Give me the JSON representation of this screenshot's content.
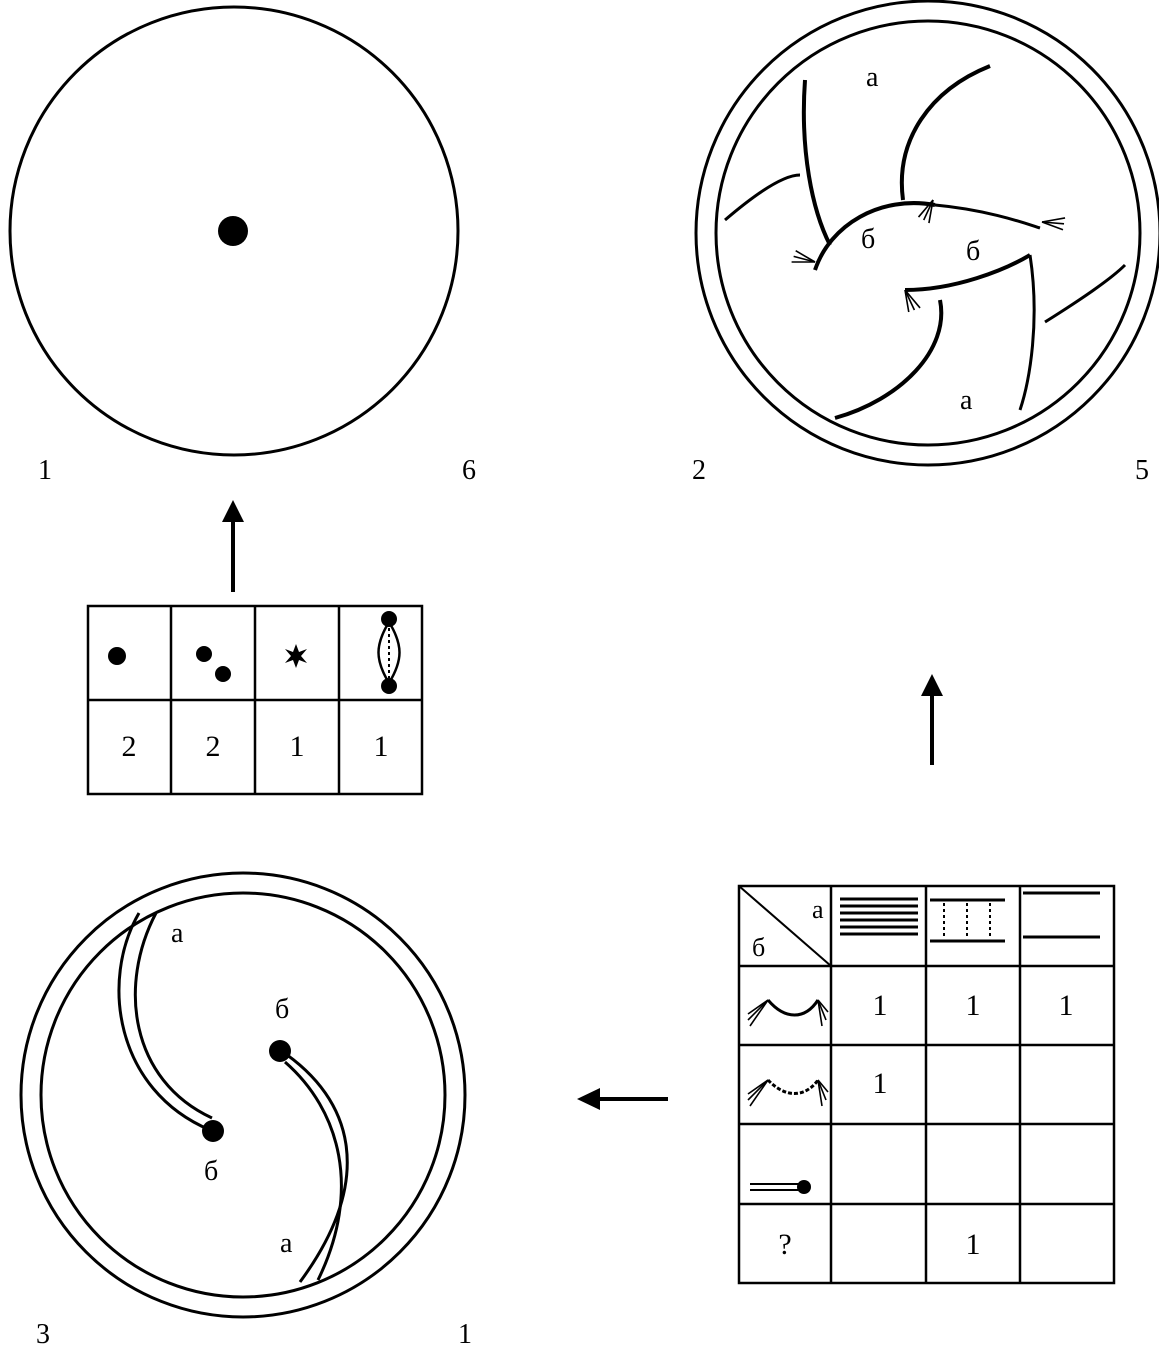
{
  "panels": {
    "top_left": {
      "figure_number": "1",
      "corner_number": "6"
    },
    "top_right": {
      "figure_number": "2",
      "corner_number": "5",
      "label_a": "а",
      "label_b": "б"
    },
    "bottom_left": {
      "figure_number": "3",
      "corner_number": "1",
      "label_a": "а",
      "label_b": "б"
    }
  },
  "table_small": {
    "symbols": [
      "single-dot-icon",
      "two-dots-icon",
      "star-icon",
      "spindle-icon"
    ],
    "counts": [
      "2",
      "2",
      "1",
      "1"
    ]
  },
  "table_large": {
    "corner_a": "а",
    "corner_b": "б",
    "column_icons": [
      "thick-lines-icon",
      "dotted-frame-icon",
      "two-lines-icon"
    ],
    "row_icons": [
      "arc-fibers-icon",
      "dotted-arc-fibers-icon",
      "rod-dot-icon",
      "question-mark"
    ],
    "question_label": "?",
    "cells": [
      [
        "1",
        "1",
        "1"
      ],
      [
        "1",
        "",
        ""
      ],
      [
        "",
        "",
        ""
      ],
      [
        "",
        "1",
        ""
      ]
    ]
  },
  "arrows": [
    "arrow-up-left",
    "arrow-up-right",
    "arrow-left-bottom"
  ]
}
